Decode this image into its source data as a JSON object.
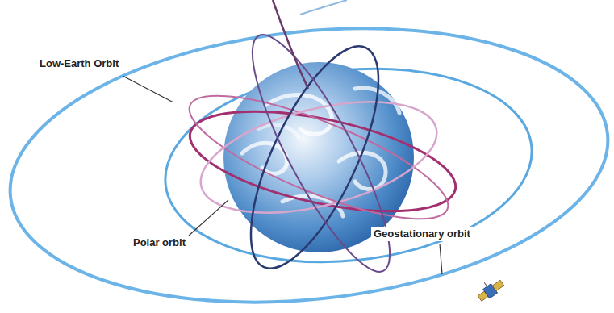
{
  "diagram": {
    "labels": [
      "Low-Earth Orbit",
      "Polar orbit",
      "Geostationary orbit"
    ]
  }
}
